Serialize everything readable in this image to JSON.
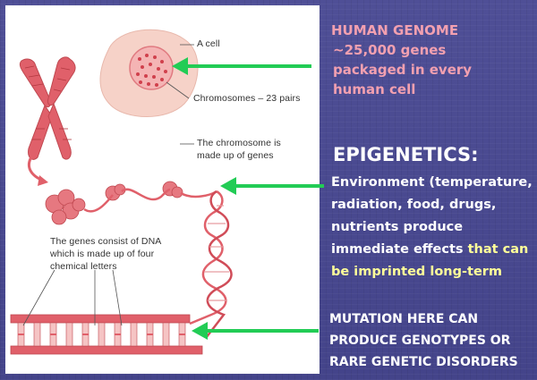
{
  "diagram": {
    "label_cell": "A cell",
    "label_chromosomes": "Chromosomes – 23 pairs",
    "label_chromosome_genes_1": "The chromosome is",
    "label_chromosome_genes_2": "made up of genes",
    "label_dna_1": "The genes consist of DNA",
    "label_dna_2": "which is made up of four",
    "label_dna_3": "chemical letters"
  },
  "genome": {
    "title": "HUMAN GENOME",
    "line1": "~25,000 genes",
    "line2": "packaged in every",
    "line3": "human cell"
  },
  "epigenetics": {
    "title": "EPIGENETICS:",
    "line1": "Environment (temperature,",
    "line2": "radiation, food, drugs,",
    "line3": "nutrients produce",
    "line4a": "immediate effects ",
    "line4b": "that can",
    "line5": "be imprinted long-term"
  },
  "mutation": {
    "line1": "MUTATION HERE CAN",
    "line2": "PRODUCE GENOTYPES OR",
    "line3": "RARE GENETIC DISORDERS"
  },
  "colors": {
    "background": "#4a4a8e",
    "genome_text": "#f2a0b0",
    "body_text": "#ffffff",
    "highlight_text": "#ffff99",
    "arrow": "#22cc55",
    "illustration": "#e06a70"
  }
}
